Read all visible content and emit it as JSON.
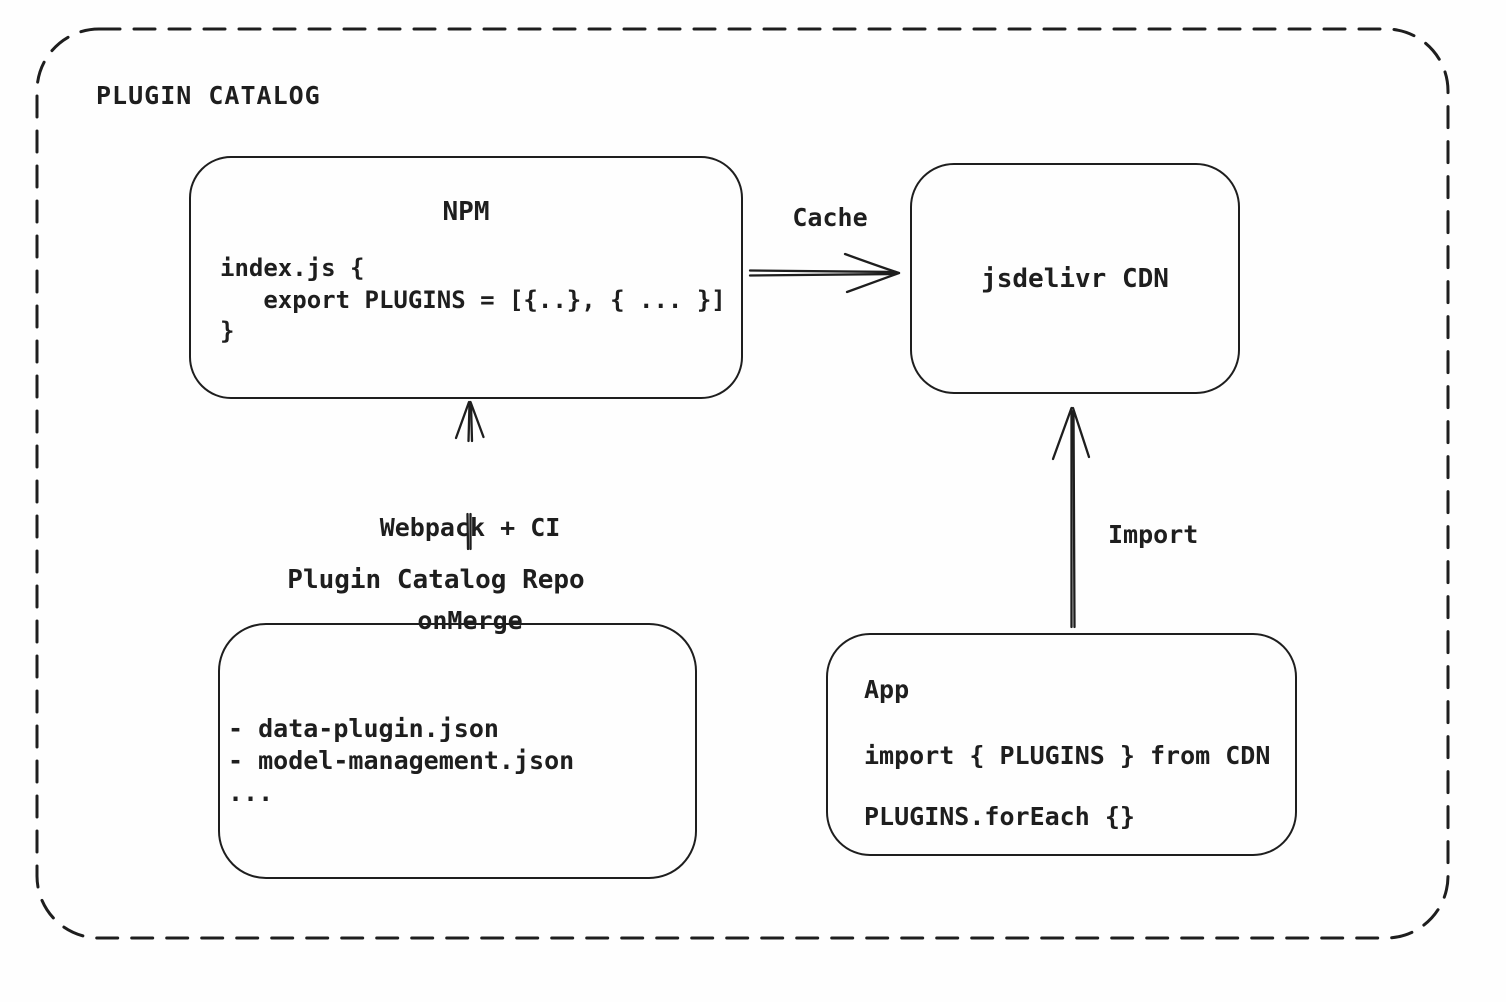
{
  "title": "PLUGIN CATALOG",
  "colors": {
    "stroke": "#1e1e1e",
    "background": "#fefefe"
  },
  "nodes": {
    "npm": {
      "title": "NPM",
      "code": [
        "index.js {",
        "   export PLUGINS = [{..}, { ... }]",
        "}"
      ]
    },
    "cdn": {
      "label": "jsdelivr CDN"
    },
    "repo": {
      "label": "Plugin Catalog Repo",
      "files": [
        "- data-plugin.json",
        "- model-management.json",
        "..."
      ]
    },
    "app": {
      "title": "App",
      "code": [
        "import { PLUGINS } from CDN",
        "PLUGINS.forEach {}"
      ]
    }
  },
  "arrows": {
    "cache": {
      "label": "Cache"
    },
    "build": {
      "labels": [
        "Webpack + CI",
        "onMerge"
      ]
    },
    "import": {
      "label": "Import"
    }
  }
}
